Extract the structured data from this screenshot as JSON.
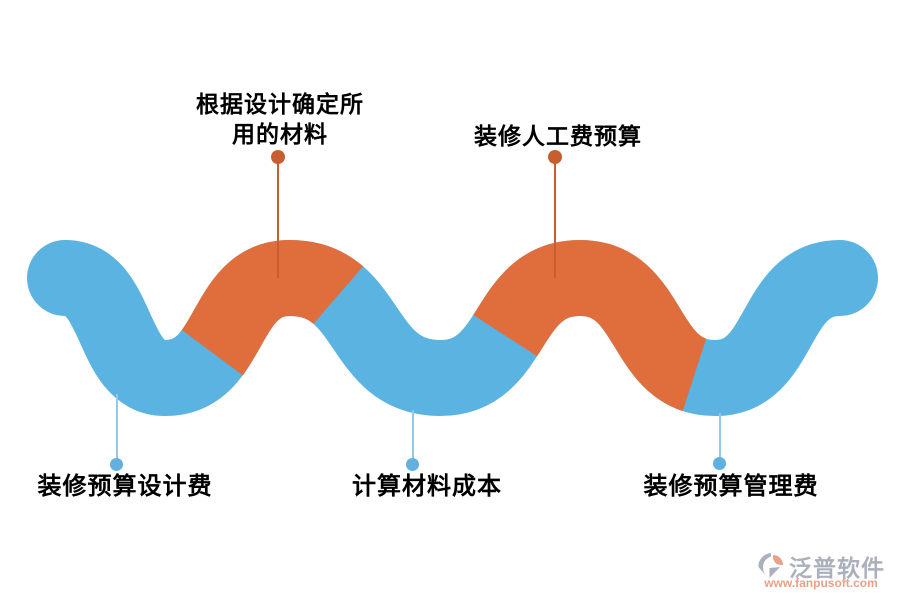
{
  "colors": {
    "ribbon_blue": "#5BB3E1",
    "ribbon_orange": "#E06E3C",
    "top_connector": "#C75E2F",
    "bottom_connector_line": "#90C9EC",
    "bottom_connector_dot": "#62B0DF",
    "label_text": "#000000",
    "watermark_gray": "#ABB1BC",
    "watermark_salmon": "#E9A189"
  },
  "labels": {
    "top_left": {
      "line1": "根据设计确定所",
      "line2": "用的材料"
    },
    "top_right": {
      "text": "装修人工费预算"
    },
    "bottom": [
      "装修预算设计费",
      "计算材料成本",
      "装修预算管理费"
    ]
  },
  "watermark": {
    "name": "泛普软件",
    "url": "www.fanpusoft.com"
  }
}
